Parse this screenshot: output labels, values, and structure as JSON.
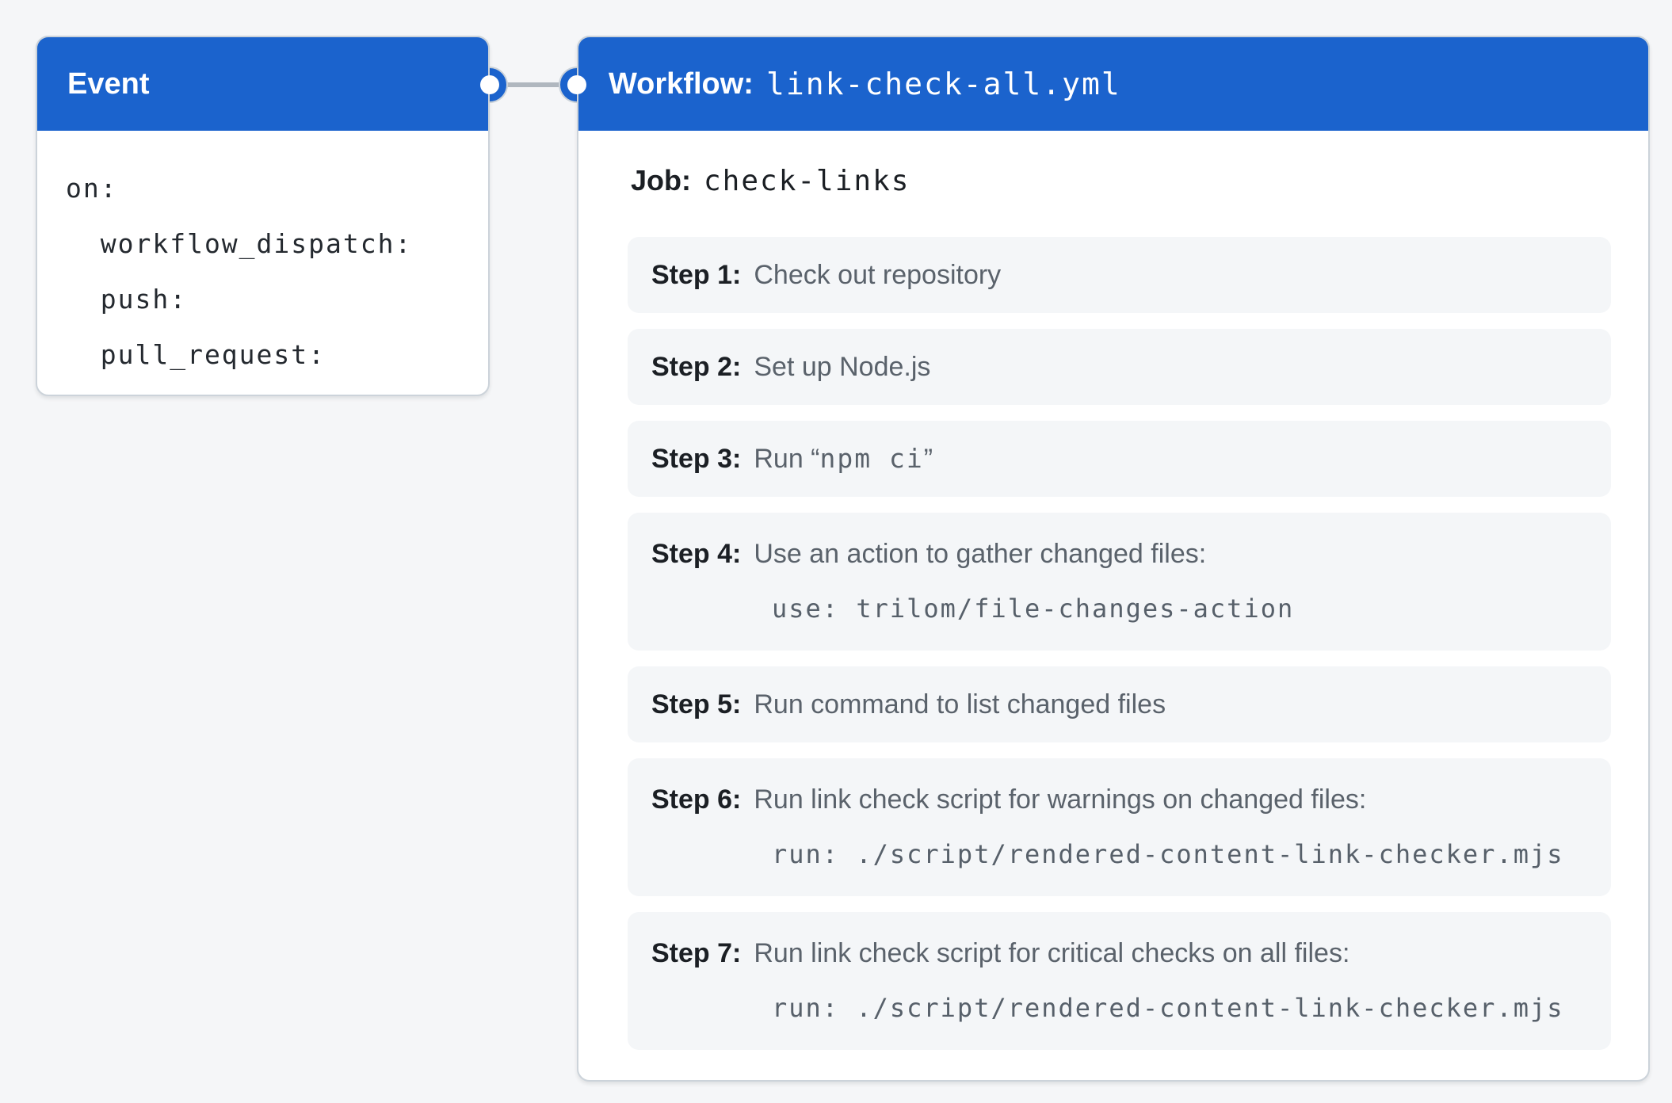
{
  "colors": {
    "header_blue": "#1b63cd",
    "card_border": "#ccd3da",
    "step_row_bg": "#f4f6f8",
    "label_text": "#1b1f24",
    "muted_text": "#5a626b",
    "code_text": "#57606a",
    "event_code_text": "#24292f",
    "connector": "#b0b7bf",
    "page_bg": "#f5f6f8"
  },
  "event_card": {
    "title": "Event",
    "code_lines": [
      "on:",
      "  workflow_dispatch:",
      "  push:",
      "  pull_request:"
    ]
  },
  "workflow_card": {
    "title_label": "Workflow:",
    "title_value": "link-check-all.yml",
    "job_label": "Job:",
    "job_value": "check-links",
    "steps": [
      {
        "label": "Step 1:",
        "segments": [
          {
            "text": "Check out repository",
            "mono": false
          }
        ],
        "code": ""
      },
      {
        "label": "Step 2:",
        "segments": [
          {
            "text": "Set up Node.js",
            "mono": false
          }
        ],
        "code": ""
      },
      {
        "label": "Step 3:",
        "segments": [
          {
            "text": "Run “",
            "mono": false
          },
          {
            "text": "npm ci",
            "mono": true
          },
          {
            "text": "”",
            "mono": false
          }
        ],
        "code": ""
      },
      {
        "label": "Step 4:",
        "segments": [
          {
            "text": "Use an action to gather changed files:",
            "mono": false
          }
        ],
        "code": "use: trilom/file-changes-action"
      },
      {
        "label": "Step 5:",
        "segments": [
          {
            "text": "Run command to list changed files",
            "mono": false
          }
        ],
        "code": ""
      },
      {
        "label": "Step 6:",
        "segments": [
          {
            "text": "Run link check script for warnings on changed files:",
            "mono": false
          }
        ],
        "code": "run: ./script/rendered-content-link-checker.mjs"
      },
      {
        "label": "Step 7:",
        "segments": [
          {
            "text": "Run link check script for critical checks on all files:",
            "mono": false
          }
        ],
        "code": "run: ./script/rendered-content-link-checker.mjs"
      }
    ]
  }
}
